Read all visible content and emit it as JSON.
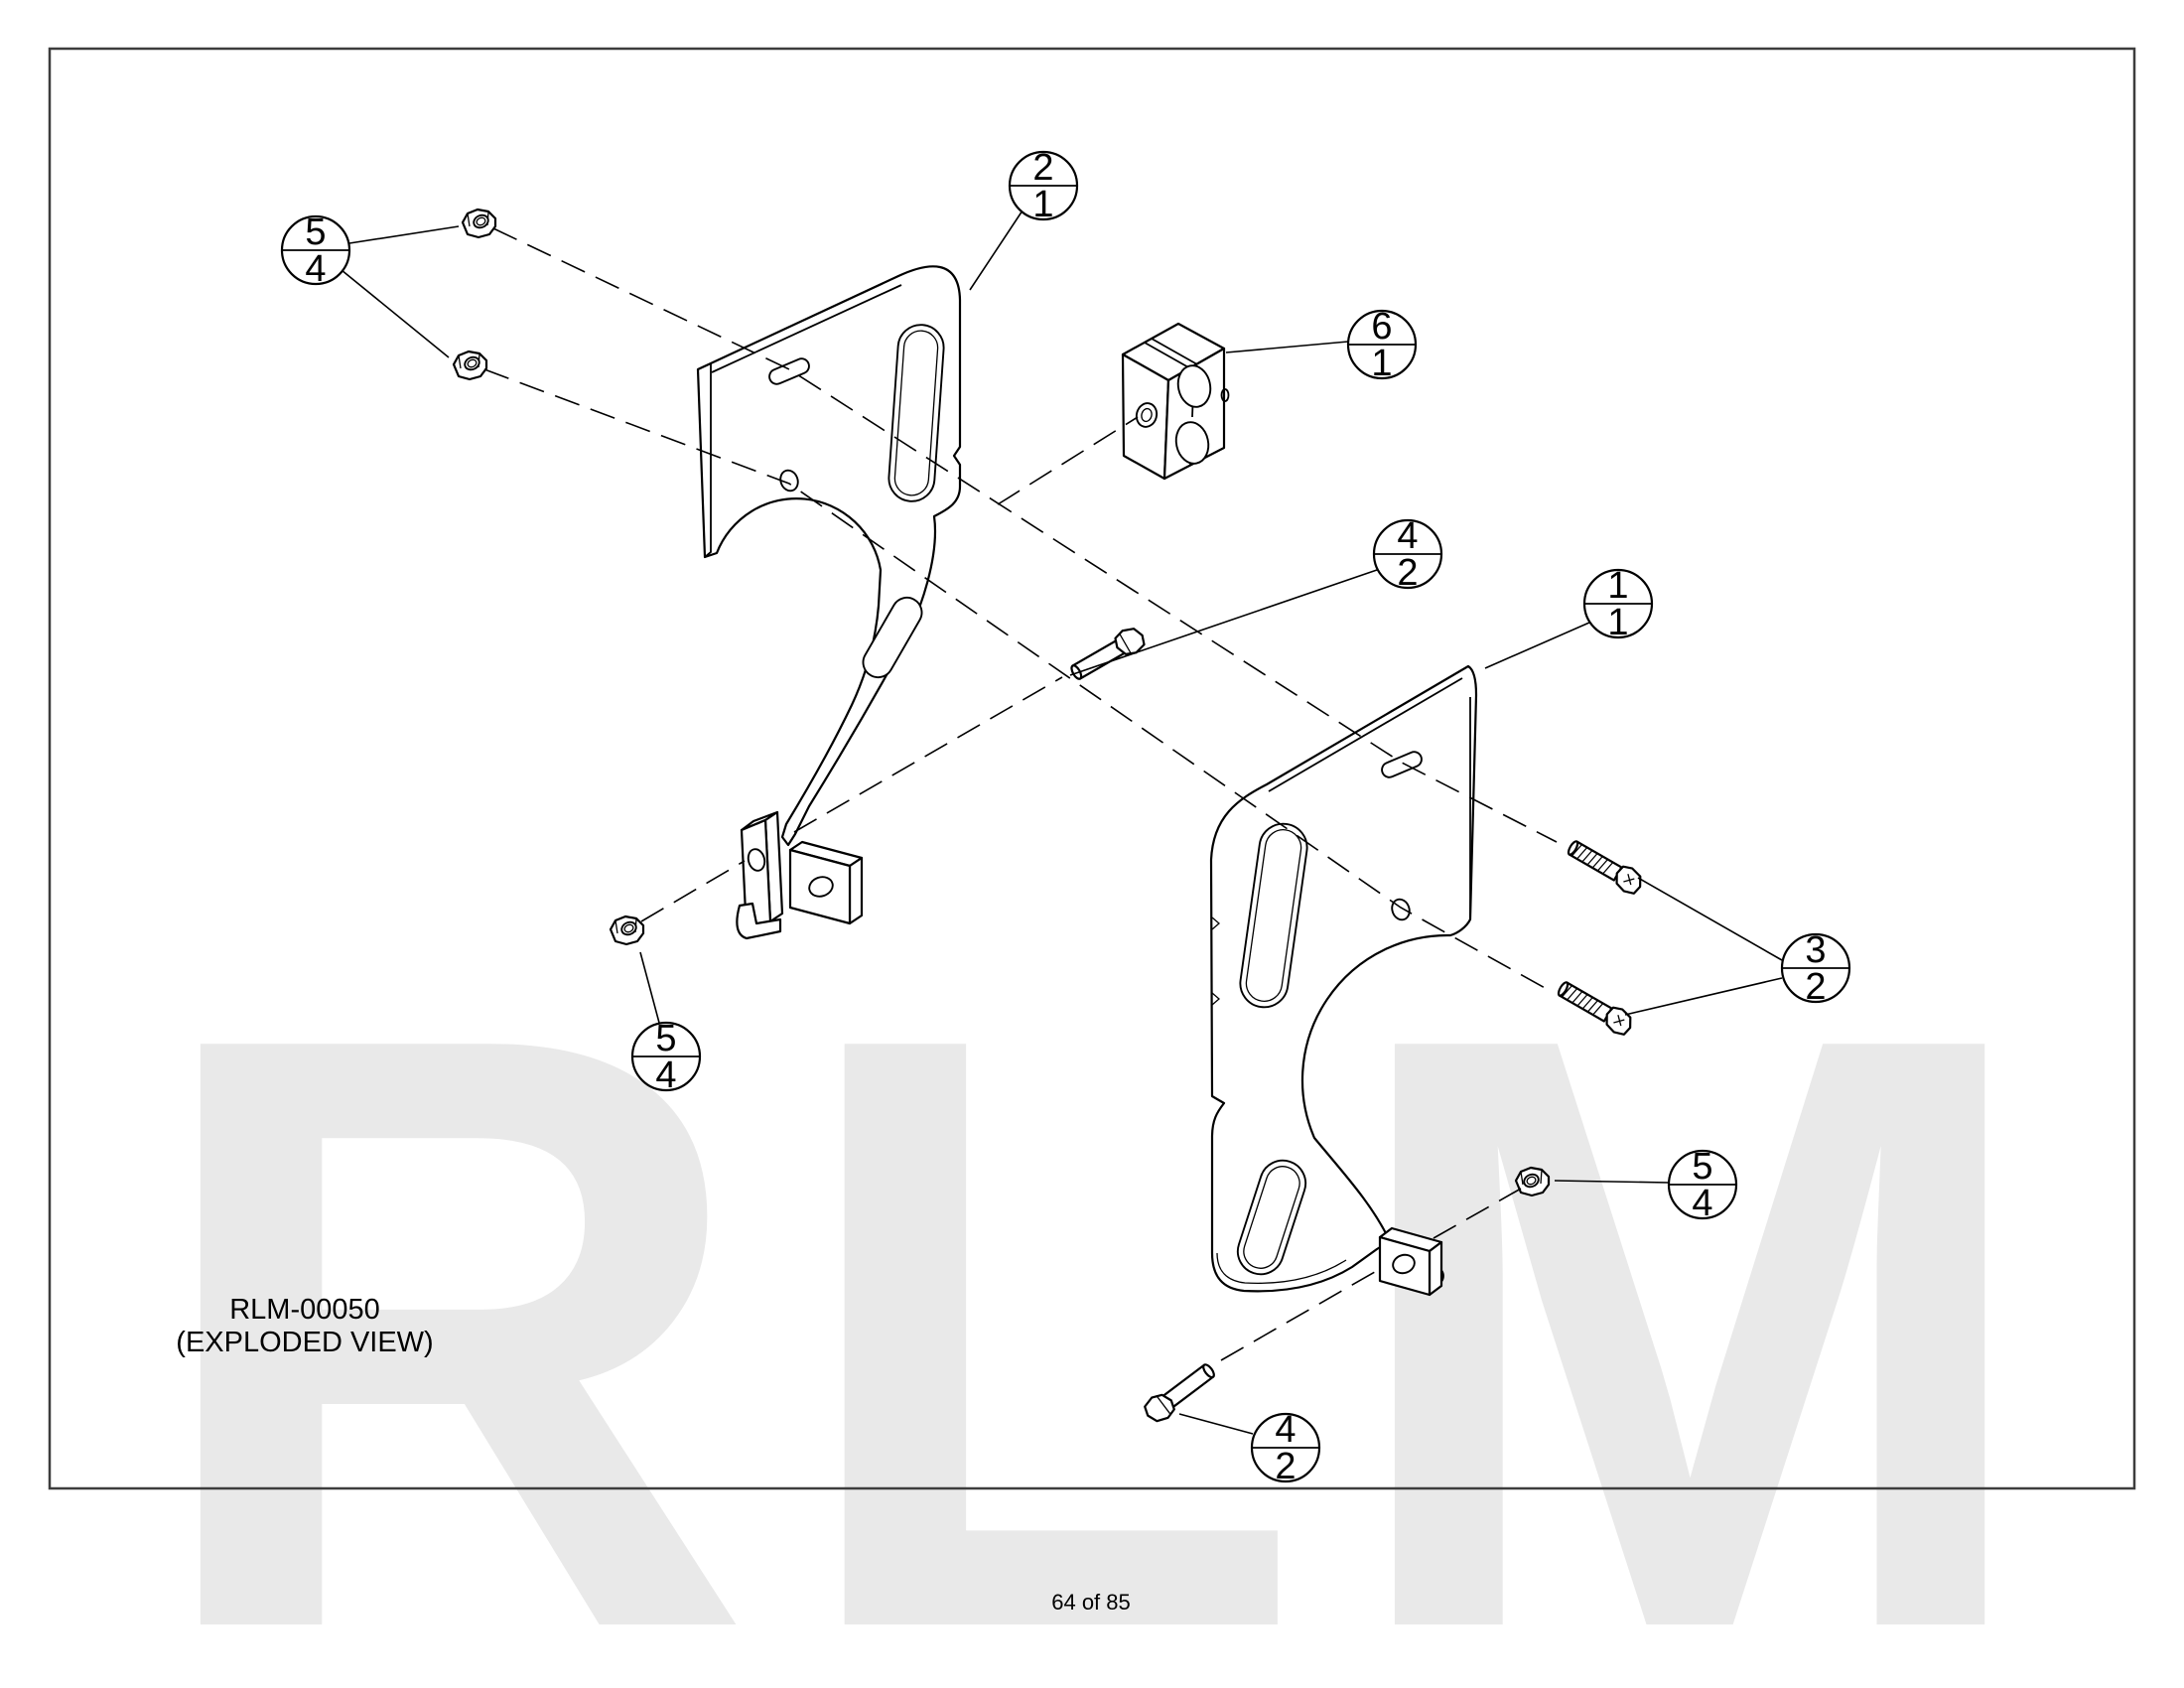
{
  "title_block": {
    "part_number": "RLM-00050",
    "view_label": "(EXPLODED VIEW)"
  },
  "footer": {
    "page_indicator": "64 of 85"
  },
  "watermark": {
    "text": "RLM",
    "color": "#e9e9e9"
  },
  "balloons": [
    {
      "item": "5",
      "qty": "4"
    },
    {
      "item": "2",
      "qty": "1"
    },
    {
      "item": "6",
      "qty": "1"
    },
    {
      "item": "4",
      "qty": "2"
    },
    {
      "item": "1",
      "qty": "1"
    },
    {
      "item": "3",
      "qty": "2"
    },
    {
      "item": "5",
      "qty": "4"
    },
    {
      "item": "5",
      "qty": "4"
    },
    {
      "item": "4",
      "qty": "2"
    }
  ],
  "colors": {
    "background": "#ffffff",
    "line": "#000000",
    "frame": "#3d3d3d",
    "watermark": "#e9e9e9"
  }
}
